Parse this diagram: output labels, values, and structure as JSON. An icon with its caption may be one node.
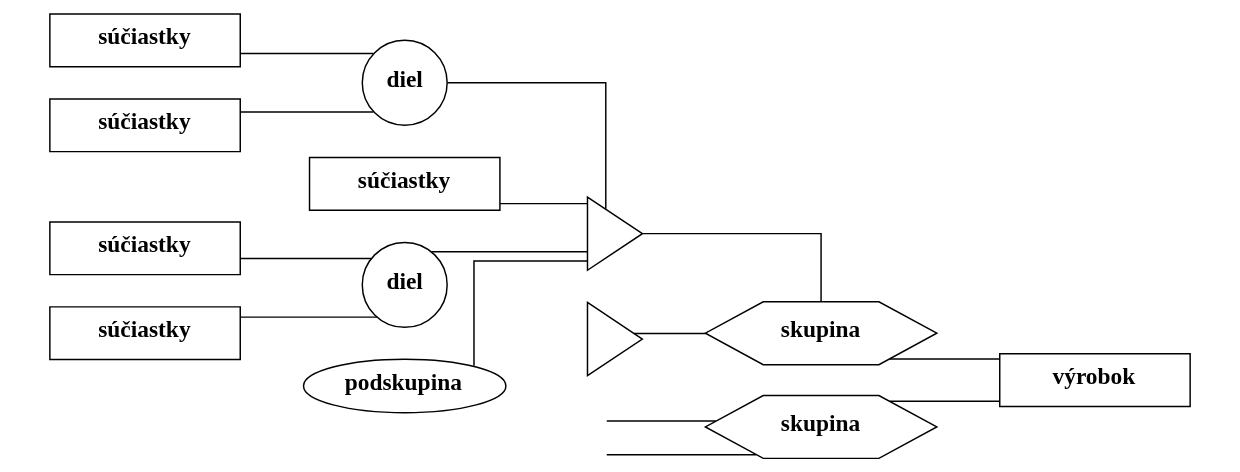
{
  "diagram": {
    "nodes": [
      {
        "text": [
          "súčiastky"
        ]
      },
      {
        "text": [
          "súčiastky"
        ]
      },
      {
        "text": [
          "súčiastky"
        ]
      },
      {
        "text": [
          "súčiastky"
        ]
      },
      {
        "text": [
          "súčiastky"
        ]
      },
      {
        "text": [
          "diel"
        ]
      },
      {
        "text": [
          "diel"
        ]
      },
      {
        "text": [
          "podskupina"
        ]
      },
      {
        "text": [],
        "shape": "triangle"
      },
      {
        "text": [],
        "shape": "triangle"
      },
      {
        "text": [
          "skupina"
        ]
      },
      {
        "text": [
          "skupina"
        ]
      },
      {
        "text": [
          "výrobok"
        ]
      }
    ],
    "edges": [
      {
        "from": 0,
        "to": 5,
        "arrow": "none"
      },
      {
        "from": 1,
        "to": 5,
        "arrow": "none"
      },
      {
        "from": 2,
        "to": 6,
        "arrow": "none"
      },
      {
        "from": 3,
        "to": 6,
        "arrow": "none"
      },
      {
        "from": 5,
        "to": 8,
        "arrow": "none"
      },
      {
        "from": 6,
        "to": 8,
        "arrow": "none"
      },
      {
        "from": 4,
        "to": 8,
        "arrow": "none"
      },
      {
        "from": 7,
        "to": 8,
        "arrow": "none"
      },
      {
        "from": 8,
        "to": 10,
        "arrow": "none"
      },
      {
        "from": 9,
        "to": 10,
        "arrow": "none"
      },
      {
        "from": null,
        "to": 11,
        "arrow": "none"
      },
      {
        "from": null,
        "to": 11,
        "arrow": "none"
      },
      {
        "from": 10,
        "to": 12,
        "arrow": "none"
      },
      {
        "from": 11,
        "to": 12,
        "arrow": "none"
      }
    ]
  }
}
